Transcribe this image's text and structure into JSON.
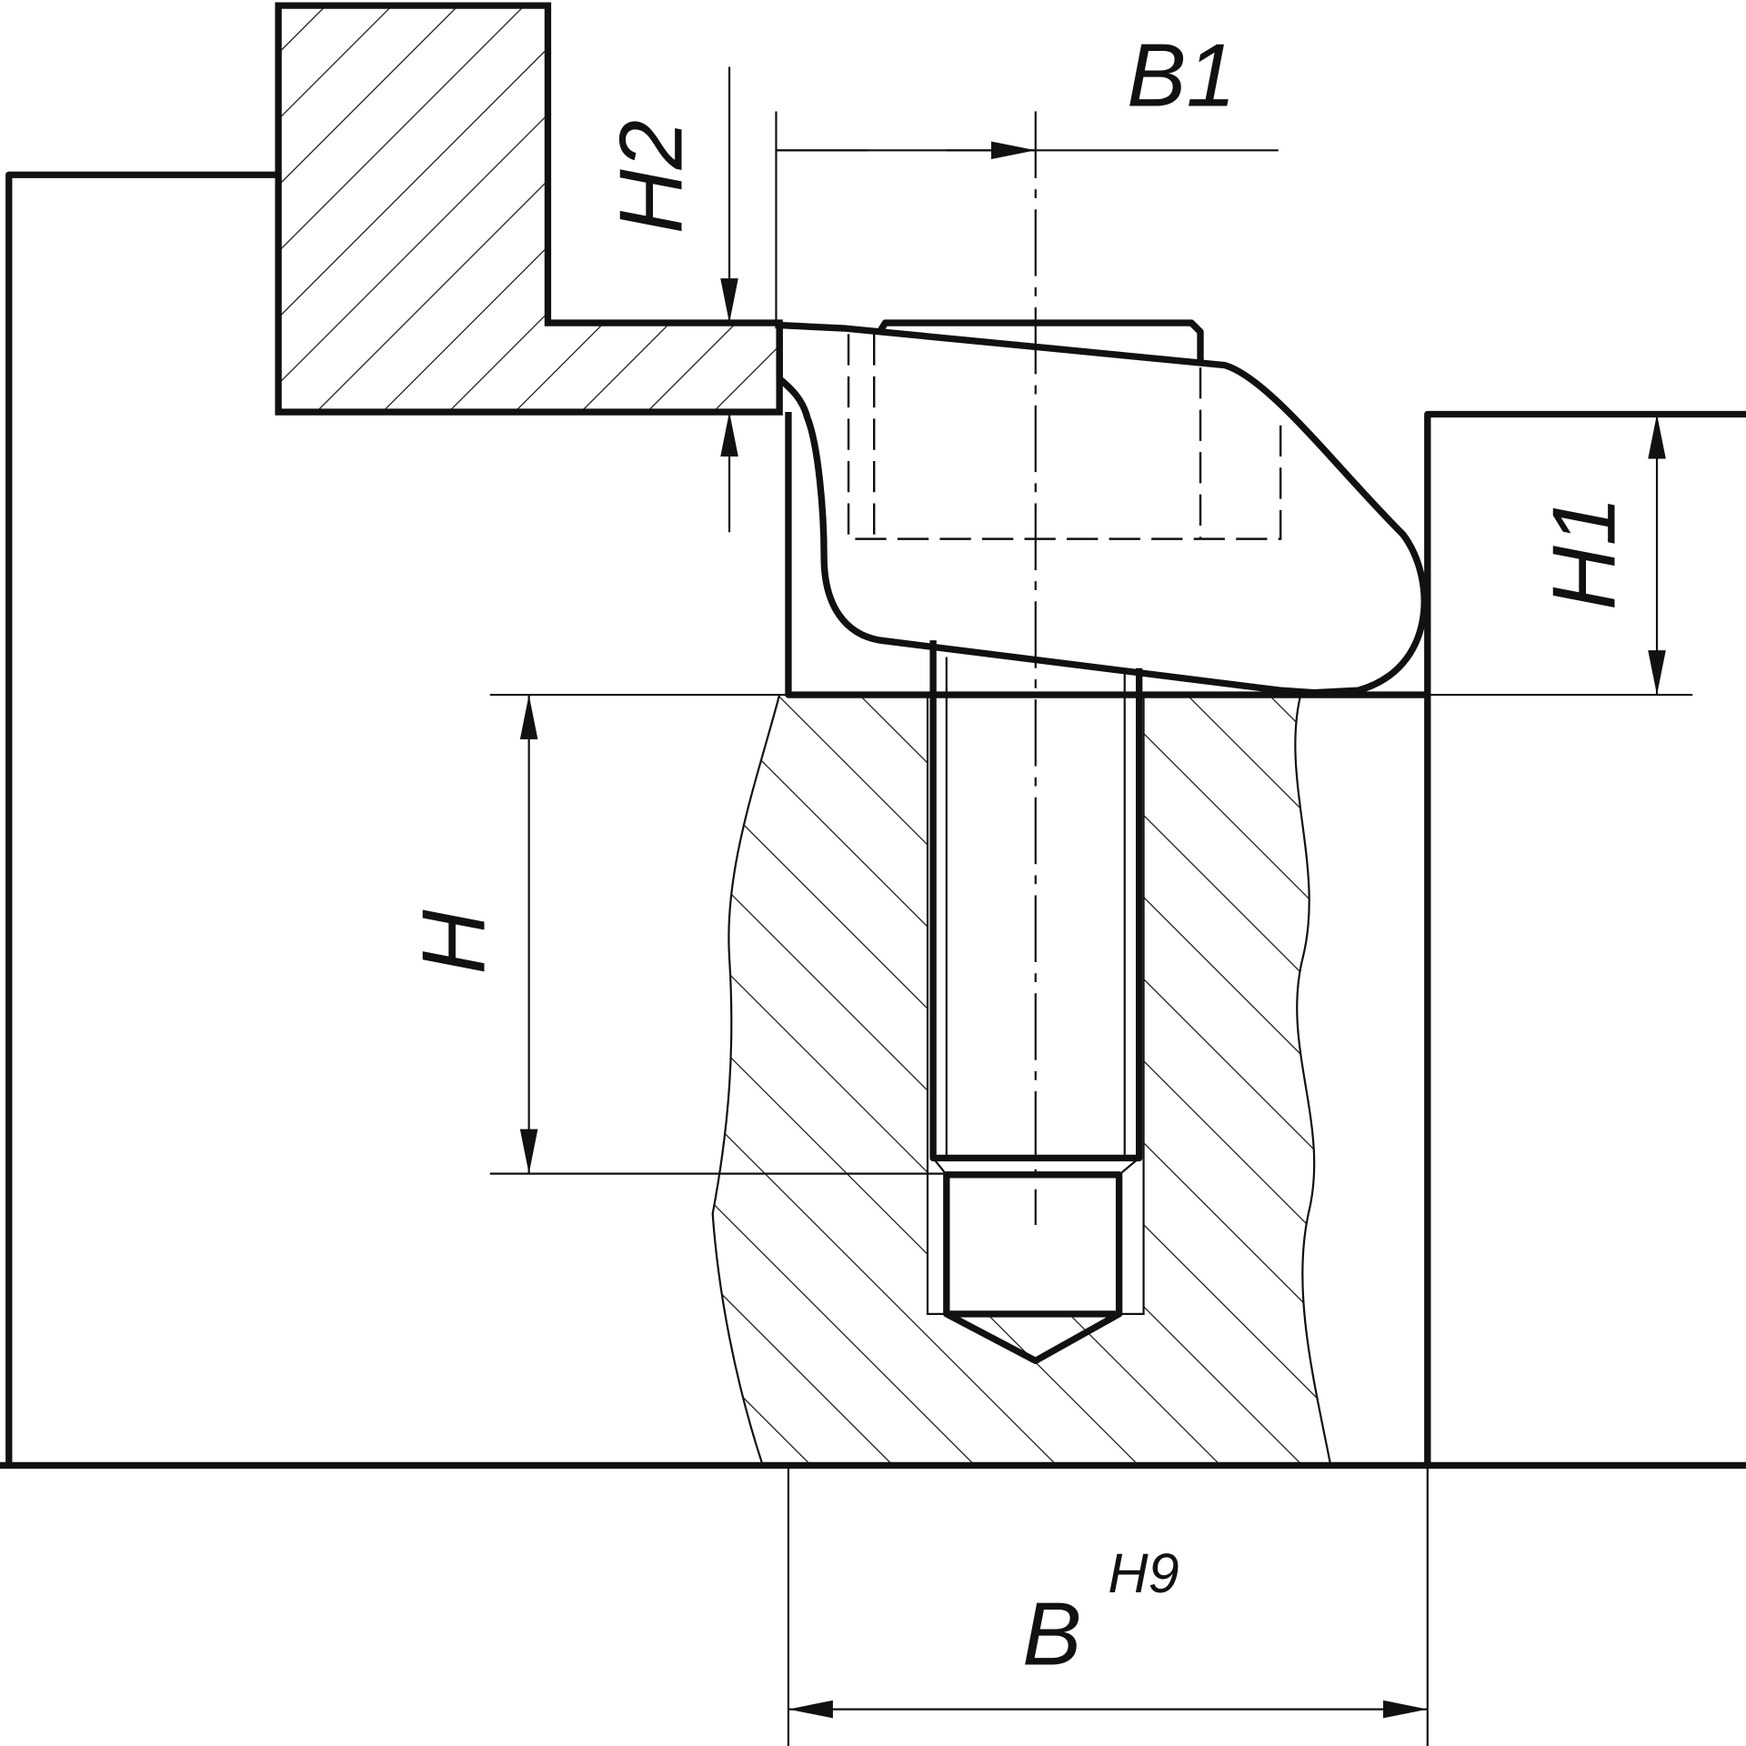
{
  "labels": {
    "b1": "B1",
    "h2": "H2",
    "h1": "H1",
    "h": "H",
    "b": "B",
    "b_tolerance": "H9"
  },
  "colors": {
    "line": "#111111",
    "background": "#ffffff"
  }
}
